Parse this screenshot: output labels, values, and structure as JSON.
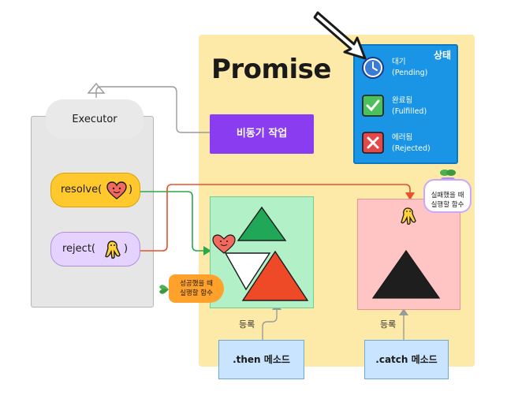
{
  "promise": {
    "title": "Promise"
  },
  "executor": {
    "title": "Executor",
    "resolve_label": "resolve(",
    "reject_label": "reject(",
    "close_paren": ")"
  },
  "async_task": {
    "label": "비동기 작업"
  },
  "states": {
    "title": "상태",
    "items": [
      {
        "name": "대기",
        "english": "(Pending)",
        "icon": "clock-icon"
      },
      {
        "name": "완료됨",
        "english": "(Fulfilled)",
        "icon": "checkmark-icon"
      },
      {
        "name": "에러됨",
        "english": "(Rejected)",
        "icon": "x-icon"
      }
    ]
  },
  "then_branch": {
    "note_line1": "성공했을 때",
    "note_line2": "실행할 함수",
    "register_label": "등록",
    "method_label": ".then 메소드"
  },
  "catch_branch": {
    "note_line1": "실패했을 때",
    "note_line2": "실행할 함수",
    "register_label": "등록",
    "method_label": ".catch 메소드"
  },
  "colors": {
    "panel": "#fde9a8",
    "purple": "#8a3cf0",
    "state_blue": "#1a95e6",
    "then_green": "#b2f0c8",
    "catch_red": "#ffc4c4",
    "method_blue": "#c8e4ff",
    "green_arrow": "#2aa84a",
    "red_arrow": "#e8502e"
  }
}
